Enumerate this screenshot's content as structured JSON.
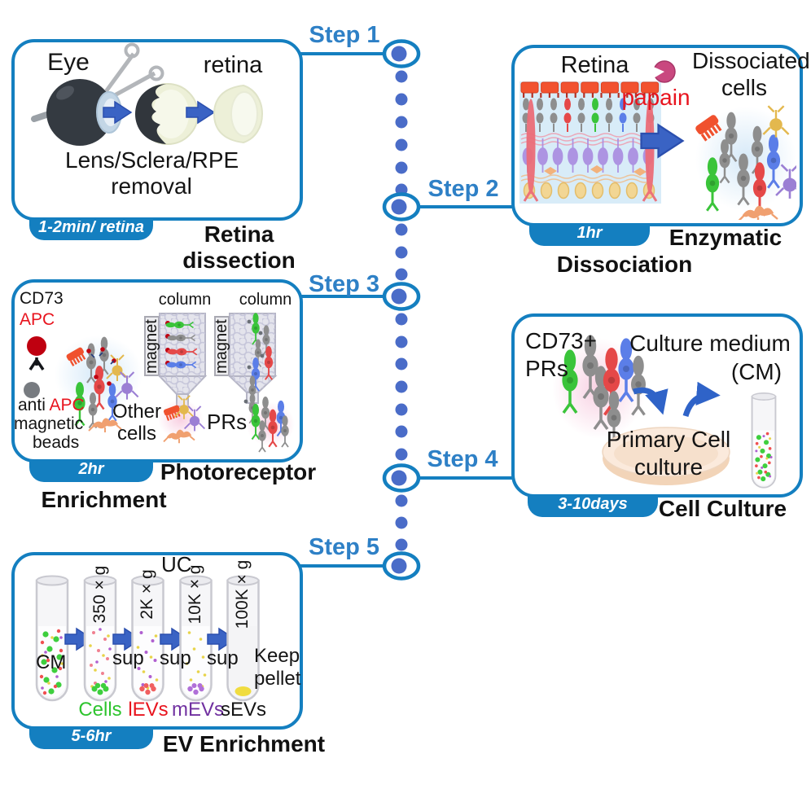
{
  "figure": {
    "nav": {
      "step1": "Step 1",
      "step2": "Step 2",
      "step3": "Step 3",
      "step4": "Step 4",
      "step5": "Step 5"
    },
    "step1": {
      "badge": "1-2min/ retina",
      "title_line1": "Retina",
      "title_line2": "dissection",
      "eye": "Eye",
      "retina": "retina",
      "caption_line1": "Lens/Sclera/RPE",
      "caption_line2": "removal"
    },
    "step2": {
      "badge": "1hr",
      "title_line1": "Enzymatic",
      "title_line2": "Dissociation",
      "retina": "Retina",
      "papain": "papain",
      "cells_line1": "Dissociated",
      "cells_line2": "cells"
    },
    "step3": {
      "badge": "2hr",
      "title_line1": "Photoreceptor",
      "title_line2": "Enrichment",
      "cd73": "CD73",
      "apc": "APC",
      "anti": "anti",
      "apc2": "APC",
      "magnetic": "magnetic",
      "beads": "beads",
      "column_left": "column",
      "column_right": "column",
      "magnet_left": "magnet",
      "magnet_right": "magnet",
      "other_line1": "Other",
      "other_line2": "cells",
      "prs": "PRs"
    },
    "step4": {
      "badge": "3-10days",
      "title": "Cell Culture",
      "cd73_prs_line1": "CD73+",
      "cd73_prs_line2": "PRs",
      "medium_line1": "Culture medium",
      "medium_line2": "(CM)",
      "primary_line1": "Primary Cell",
      "primary_line2": "culture"
    },
    "step5": {
      "badge": "5-6hr",
      "title": "EV Enrichment",
      "uc": "UC",
      "cm": "CM",
      "spin1": "350 × g",
      "spin2": "2K × g",
      "spin3": "10K × g",
      "spin4": "100K × g",
      "sup1": "sup",
      "sup2": "sup",
      "sup3": "sup",
      "keep_line1": "Keep",
      "keep_line2": "pellet",
      "fraction_cells": "Cells",
      "fraction_levs": "lEVs",
      "fraction_mevs": "mEVs",
      "fraction_sevs": "sEVs"
    }
  },
  "colors": {
    "frame": "#147fc0",
    "step_label": "#2e80c6",
    "spine_dot": "#4a6cc8",
    "arrow": "#3a63c4",
    "red": "#e8141e",
    "green": "#2ec42e",
    "purple": "#7030a0",
    "badge_text": "#ffffff"
  },
  "icons": {
    "scissors-icon": "crossed gray blades with ring handles",
    "eye-icon": "dark sphere with pale cornea",
    "eyecup-icon": "dark shell around cream cup",
    "retina-cup-icon": "cream hemisphere cup",
    "papain-icon": "pink pac-man wedge",
    "antibody-icon": "red dot with black Y",
    "magnetic-bead-icon": "gray dot",
    "magnet-bar": "gray vertical bar",
    "separation-column": "gray honeycomb funnel column",
    "petri-dish-icon": "peach ellipse dish",
    "collection-tube-icon": "round-bottom tube with dots",
    "block-arrow-icon": "blue right arrow",
    "curved-arrow-icon": "blue curved arrow",
    "spine-node-icon": "ringed dot",
    "dotted-line": "blue dots"
  }
}
